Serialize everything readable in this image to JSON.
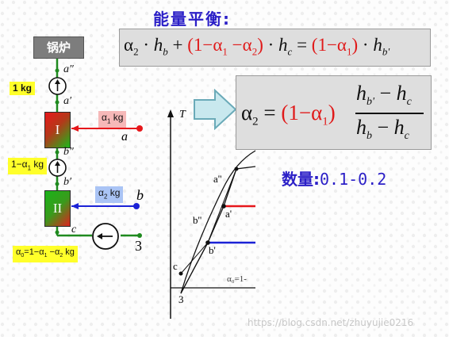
{
  "title": "能量平衡:",
  "equation1": {
    "a2": "α",
    "s2": "2",
    "dot1": " · ",
    "hb": "h",
    "hb_sub": "b",
    "plus": " + ",
    "open1": "(1−α",
    "s1a": "1",
    "minus1": " −α",
    "s2a": "2",
    "close1": ")",
    "dot2": " · ",
    "hc": "h",
    "hc_sub": "c",
    "eq": " = ",
    "open2": "(1−α",
    "s1b": "1",
    "close2": ")",
    "dot3": " · ",
    "hbp": "h",
    "hbp_sub": "b'"
  },
  "equation2": {
    "lhs": "α",
    "lhs_sub": "2",
    "eq": " = ",
    "open": "(1−α",
    "open_sub": "1",
    "close": ")",
    "num_h1": "h",
    "num_s1": "b'",
    "num_minus": " − ",
    "num_h2": "h",
    "num_s2": "c",
    "den_h1": "h",
    "den_s1": "b",
    "den_minus": " − ",
    "den_h2": "h",
    "den_s2": "c"
  },
  "quantity": {
    "label": "数量:",
    "value": "0.1-0.2"
  },
  "schematic": {
    "boiler": "锅炉",
    "heater1": "I",
    "heater2": "II",
    "flow1": "1 kg",
    "flow2_a": "1−α",
    "flow2_sub": "1",
    "flow2_b": " kg",
    "ext1_a": "α",
    "ext1_sub": "1",
    "ext1_b": " kg",
    "ext2_a": "α",
    "ext2_sub": "2",
    "ext2_b": " kg",
    "flow0_a": "α",
    "flow0_s0": "0",
    "flow0_b": "=1−α",
    "flow0_s1": "1",
    "flow0_c": " −α",
    "flow0_s2": "2",
    "flow0_d": " kg",
    "pt_a2": "a″",
    "pt_a1": "a′",
    "pt_b2": "b″",
    "pt_b1": "b′",
    "pt_c": "c",
    "src_a": "a",
    "src_b": "b",
    "pump_in": "3"
  },
  "ts_chart": {
    "axis_t": "T",
    "pt_a2": "a''",
    "pt_a1": "a'",
    "pt_b2": "b''",
    "pt_b1": "b'",
    "pt_c": "c",
    "pt_3": "3",
    "alpha0": "α₀=1-"
  },
  "watermark": "https://blog.csdn.net/zhuyujie0216",
  "colors": {
    "title": "#2b1fc7",
    "red_line": "#e6171b",
    "blue_line": "#1b22d6",
    "pipe": "#1f8a1f",
    "box_gray": "#dedede"
  }
}
